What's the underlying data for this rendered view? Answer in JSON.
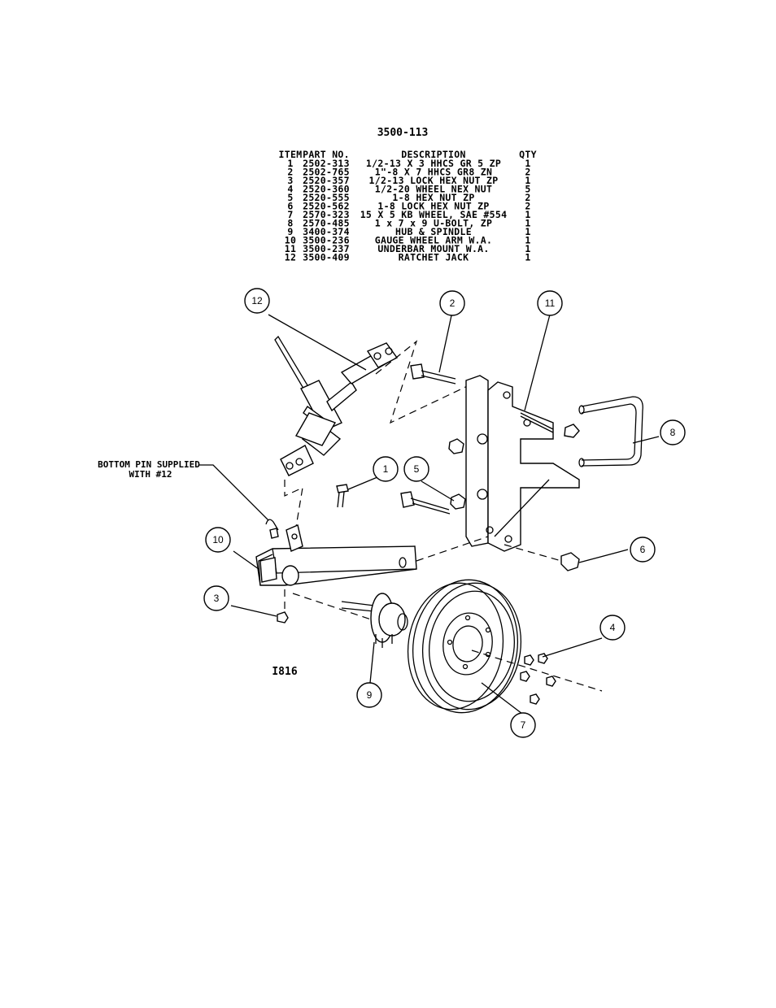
{
  "assembly_number": "3500-113",
  "drawing_id": "I816",
  "headers": {
    "item": "ITEM",
    "part_no": "PART NO.",
    "description": "DESCRIPTION",
    "qty": "QTY"
  },
  "parts": [
    {
      "item": "1",
      "part_no": "2502-313",
      "description": "1/2-13 X 3 HHCS GR 5 ZP",
      "qty": "1"
    },
    {
      "item": "2",
      "part_no": "2502-765",
      "description": "1\"-8 X 7 HHCS GR8 ZN",
      "qty": "2"
    },
    {
      "item": "3",
      "part_no": "2520-357",
      "description": "1/2-13 LOCK HEX NUT ZP",
      "qty": "1"
    },
    {
      "item": "4",
      "part_no": "2520-360",
      "description": "1/2-20 WHEEL NEX NUT",
      "qty": "5"
    },
    {
      "item": "5",
      "part_no": "2520-555",
      "description": "1-8 HEX NUT ZP",
      "qty": "2"
    },
    {
      "item": "6",
      "part_no": "2520-562",
      "description": "1-8 LOCK HEX NUT ZP",
      "qty": "2"
    },
    {
      "item": "7",
      "part_no": "2570-323",
      "description": "15 X 5 KB WHEEL, SAE #554",
      "qty": "1"
    },
    {
      "item": "8",
      "part_no": "2570-485",
      "description": "1 x 7 x 9 U-BOLT, ZP",
      "qty": "1"
    },
    {
      "item": "9",
      "part_no": "3400-374",
      "description": "HUB & SPINDLE",
      "qty": "1"
    },
    {
      "item": "10",
      "part_no": "3500-236",
      "description": "GAUGE WHEEL ARM W.A.",
      "qty": "1"
    },
    {
      "item": "11",
      "part_no": "3500-237",
      "description": "UNDERBAR MOUNT W.A.",
      "qty": "1"
    },
    {
      "item": "12",
      "part_no": "3500-409",
      "description": "RATCHET JACK",
      "qty": "1"
    }
  ],
  "callouts": [
    "12",
    "2",
    "11",
    "8",
    "1",
    "5",
    "10",
    "6",
    "3",
    "4",
    "9",
    "7"
  ],
  "note": {
    "line1": "BOTTOM PIN SUPPLIED",
    "line2": "WITH #12"
  }
}
